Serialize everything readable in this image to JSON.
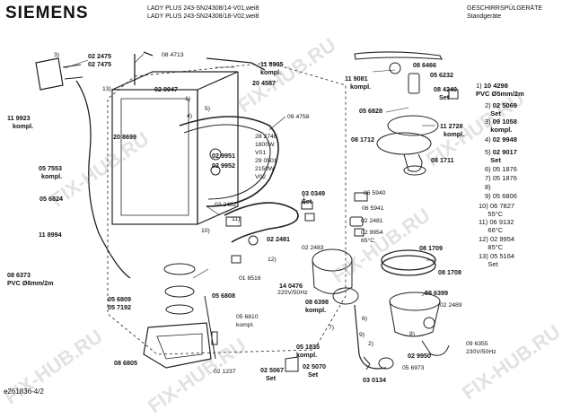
{
  "header": {
    "brand": "SIEMENS",
    "model_line_1": "LADY PLUS 243-SN24308/14-V01,wei8",
    "model_line_2": "LADY PLUS 243-SN24308/18-V02,wei8",
    "category_line_1": "GESCHIRRSPÜLGERÄTE",
    "category_line_2": "Standgeräte"
  },
  "watermark": "FIX-HUB.RU",
  "doc_id": "e261836-4/2",
  "labels": {
    "l_02_2475": "02 2475",
    "l_02_7475": "02 7475",
    "l_3": "3)",
    "l_13": "13)",
    "l_11_9923": "11 9923",
    "l_kompl_1": "kompl.",
    "l_08_4713": "08 4713",
    "l_11_8995": "11 8995",
    "l_kompl_2": "kompl.",
    "l_20_4587": "20 4587",
    "l_02_9947": "02 9947",
    "l_1_a": "1)",
    "l_4": "4)",
    "l_5": "5)",
    "l_09_4758": "09 4758",
    "l_20_8699": "20 8699",
    "l_28_2748": "28 2748",
    "l_1800w": "1800W",
    "l_v01": "V01",
    "l_29_0501": "29 0501",
    "l_2150w": "2150W",
    "l_v02": "V02",
    "l_02_9951": "02 9951",
    "l_02_9952": "02 9952",
    "l_05_7553": "05 7553",
    "l_kompl_3": "kompl.",
    "l_05_6824": "05 6824",
    "l_02_2482": "02 2482",
    "l_11": "11)",
    "l_10": "10)",
    "l_02_2481_a": "02 2481",
    "l_03_0349": "03 0349",
    "l_set_1": "Set",
    "l_11_8994": "11 8994",
    "l_02_2483": "02 2483",
    "l_12": "12)",
    "l_01_8516": "01 8516",
    "l_08_6373": "08 6373",
    "l_pvc8": "PVC Ø8mm/2m",
    "l_05_6809": "05 6809",
    "l_05_7192": "05 7192",
    "l_05_6808": "05 6808",
    "l_05_6810": "05 6810",
    "l_kompl_4": "kompl.",
    "l_08_6805": "08 6805",
    "l_02_1237": "02 1237",
    "l_02_5067": "02 5067",
    "l_set_2": "Set",
    "l_05_1835": "05 1835",
    "l_kompl_5": "kompl.",
    "l_02_5070": "02 5070",
    "l_set_3": "Set",
    "l_14_0476": "14 0476",
    "l_220v": "220V/50Hz",
    "l_08_6398": "08 6398",
    "l_kompl_6": "kompl.",
    "l_6": "6)",
    "l_7": "7)",
    "l_9": "9)",
    "l_2_a": "2)",
    "l_08_6466": "08 6466",
    "l_11_9081": "11 9081",
    "l_kompl_7": "kompl.",
    "l_05_6232": "05 6232",
    "l_08_4240": "08 4240",
    "l_set_4": "Set",
    "l_05_6828": "05 6828",
    "l_11_2728": "11 2728",
    "l_kompl_8": "kompl.",
    "l_08_1712": "08 1712",
    "l_08_1711": "08 1711",
    "l_06_5940": "06 5940",
    "l_06_5941": "06 5941",
    "l_02_2481_b": "02 2481",
    "l_02_9954": "02 9954",
    "l_65c": "65°C",
    "l_08_1709": "08 1709",
    "l_08_1708": "08 1708",
    "l_08_6399": "08 6399",
    "l_02_2489": "02 2489",
    "l_09_6355": "09 6355",
    "l_230v": "230V/50Hz",
    "l_02_9950": "02 9950",
    "l_05_6973": "05 6973",
    "l_03_0134": "03 0134",
    "l_8": "8)"
  },
  "legend": [
    {
      "num": "1)",
      "code": "10 4298",
      "note": "PVC Ø5mm/2m"
    },
    {
      "num": "2)",
      "code": "02 5069",
      "note": "Set"
    },
    {
      "num": "3)",
      "code": "09 1058",
      "note": "kompl."
    },
    {
      "num": "4)",
      "code": "02 9948",
      "note": ""
    },
    {
      "num": "5)",
      "code": "02 9017",
      "note": "Set"
    },
    {
      "num": "6)",
      "code": "05 1876",
      "note": ""
    },
    {
      "num": "7)",
      "code": "05 1876",
      "note": ""
    },
    {
      "num": "8)",
      "code": "",
      "note": ""
    },
    {
      "num": "9)",
      "code": "05 6806",
      "note": ""
    },
    {
      "num": "10)",
      "code": "06 7827",
      "note": "55°C"
    },
    {
      "num": "11)",
      "code": "06 9132",
      "note": "66°C"
    },
    {
      "num": "12)",
      "code": "02 9954",
      "note": "85°C"
    },
    {
      "num": "13)",
      "code": "05 5164",
      "note": "Set"
    }
  ]
}
